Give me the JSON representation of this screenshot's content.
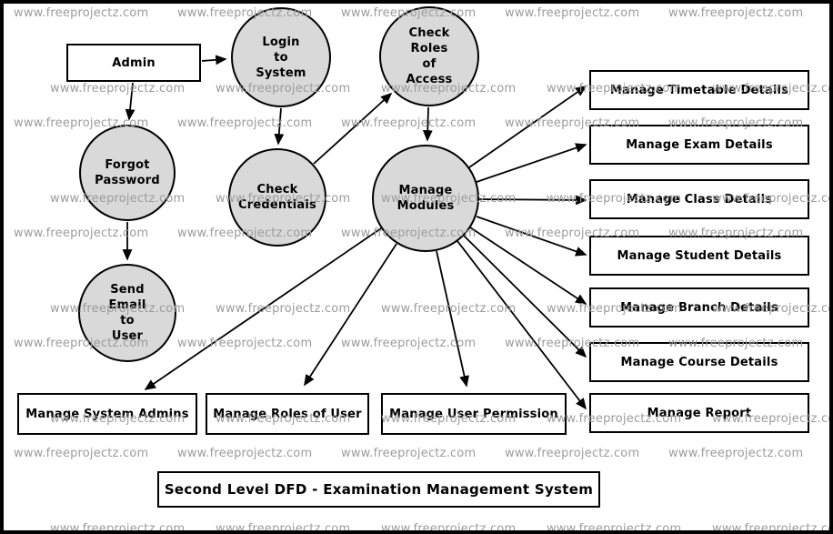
{
  "diagram": {
    "title": "Second Level DFD - Examination Management System",
    "watermark_text": "www.freeprojectz.com",
    "colors": {
      "process_fill": "#d9d9d9",
      "store_fill": "#ffffff",
      "line": "#000000",
      "watermark_gray": "#9c9c9c"
    },
    "entities": {
      "admin": "Admin"
    },
    "processes": {
      "login": "Login\nto\nSystem",
      "check_roles": "Check\nRoles\nof\nAccess",
      "forgot_password": "Forgot\nPassword",
      "check_credentials": "Check\nCredentials",
      "manage_modules": "Manage\nModules",
      "send_email": "Send\nEmail\nto\nUser"
    },
    "stores_right": [
      "Manage Timetable Details",
      "Manage Exam Details",
      "Manage Class Details",
      "Manage Student Details",
      "Manage Branch Details",
      "Manage Course Details",
      "Manage Report"
    ],
    "stores_bottom": [
      "Manage System Admins",
      "Manage Roles of User",
      "Manage User Permission"
    ]
  }
}
